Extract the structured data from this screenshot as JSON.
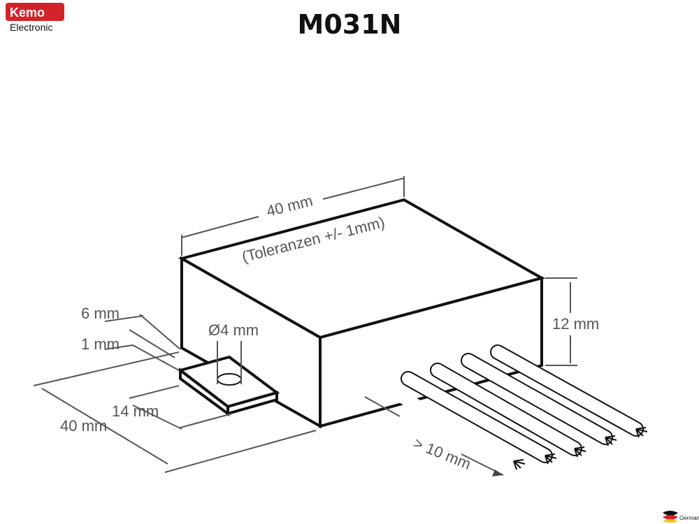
{
  "logo": {
    "brand": "Kemo",
    "sub": "Electronic",
    "brand_color": "#d2232a"
  },
  "title": "M031N",
  "dimensions": {
    "width_top": "40 mm",
    "tolerance": "(Toleranzen +/- 1mm)",
    "height": "12 mm",
    "hole": "Ø4 mm",
    "tab_width": "6 mm",
    "tab_thickness": "1 mm",
    "tab_length": "14 mm",
    "depth": "40 mm",
    "wire_length": "> 10 mm"
  },
  "footer": {
    "country": "Germany"
  }
}
